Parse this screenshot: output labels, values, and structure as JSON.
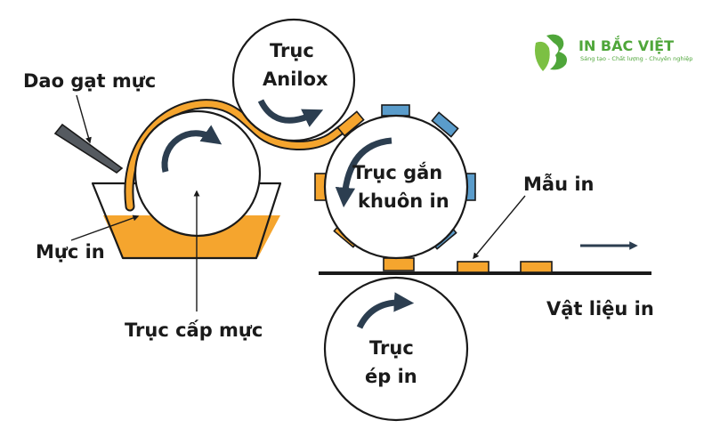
{
  "brand": {
    "name": "IN BẮC VIỆT",
    "tagline": "Sáng tạo - Chất lượng - Chuyên nghiệp"
  },
  "labels": {
    "doctor_blade": "Dao gạt mực",
    "anilox_line1": "Trục",
    "anilox_line2": "Anilox",
    "plate_line1": "Trục  gắn",
    "plate_line2": "khuôn in",
    "print_sample": "Mẫu in",
    "ink": "Mực in",
    "fountain_roll": "Trục cấp mực",
    "substrate": "Vật liệu in",
    "impression_line1": "Trục",
    "impression_line2": "ép in"
  },
  "colors": {
    "ink_orange": "#F5A52E",
    "plate_blue": "#5A9CCB",
    "brand_green": "#4FA63A",
    "line": "#1a1a1a",
    "arrow": "#2c3e50"
  }
}
